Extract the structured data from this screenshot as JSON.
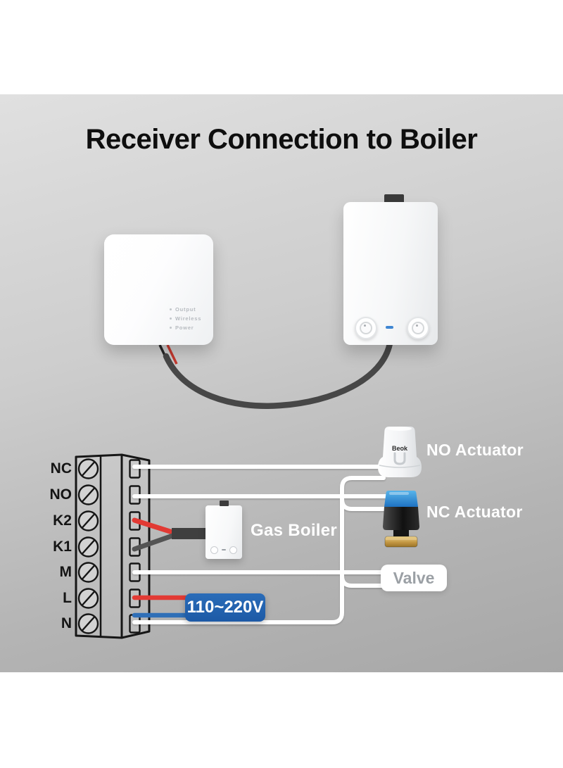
{
  "title": "Receiver Connection to Boiler",
  "receiver": {
    "indicators": [
      "Output",
      "Wireless",
      "Power"
    ]
  },
  "terminal_block": {
    "terminals": [
      "NC",
      "NO",
      "K2",
      "K1",
      "M",
      "L",
      "N"
    ]
  },
  "gas_boiler_label": "Gas Boiler",
  "actuators": {
    "brand": "Beok",
    "no_label": "NO Actuator",
    "nc_label": "NC Actuator"
  },
  "valve_label": "Valve",
  "voltage_label": "110~220V",
  "colors": {
    "voltage_badge_blue": "#2263b2",
    "live_wire_red": "#e23a34",
    "neutral_wire_blue": "#2f6fb7",
    "signal_wire_white": "#ffffff",
    "cable_dark": "#474747",
    "nc_actuator_cap_blue": "#2d8fd8",
    "brass_base": "#c39743"
  }
}
